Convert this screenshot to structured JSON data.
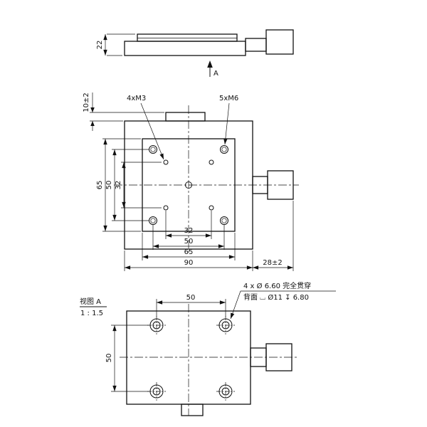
{
  "drawing": {
    "accent_color": "#111111",
    "background_color": "#ffffff"
  },
  "side_view": {
    "dim_height": "22",
    "section_arrow_label": "A"
  },
  "front_view": {
    "label_m3": "4xM3",
    "label_m6": "5xM6",
    "dim_tab_height": "10±2",
    "dim_left_65": "65",
    "dim_left_50": "50",
    "dim_left_32": "32",
    "dim_bottom_32": "32",
    "dim_bottom_50": "50",
    "dim_bottom_65": "65",
    "dim_bottom_90": "90",
    "dim_motor": "28±2"
  },
  "view_a": {
    "view_label": "视图 A",
    "scale_label": "1 : 1.5",
    "note_line1": "4 x Ø 6.60 完全贯穿",
    "note_line2": "背面 ⌴ Ø11 ↧ 6.80",
    "dim_top_50": "50",
    "dim_left_50": "50"
  }
}
